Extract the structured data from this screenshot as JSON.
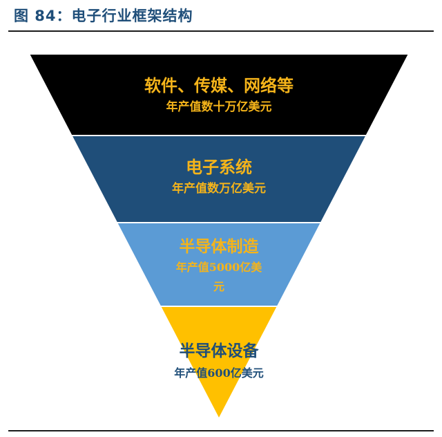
{
  "caption": "图 84：电子行业框架结构",
  "levels": [
    {
      "title": "软件、传媒、网络等",
      "lines": [
        "年产值数十万亿美元"
      ],
      "fill": "#000000",
      "title_color": "#f5b41a",
      "text_color": "#f5b41a"
    },
    {
      "title": "电子系统",
      "lines": [
        "年产值数万亿美元"
      ],
      "fill": "#1f4e79",
      "title_color": "#f5b41a",
      "text_color": "#f5b41a"
    },
    {
      "title": "半导体制造",
      "lines": [
        "年产值5000亿美",
        "元"
      ],
      "fill": "#5b9bd5",
      "title_color": "#f5b41a",
      "text_color": "#f5b41a"
    },
    {
      "title": "半导体设备",
      "lines": [
        "年产值600亿美元"
      ],
      "fill": "#ffc000",
      "title_color": "#1f4e79",
      "text_color": "#1f4e79"
    }
  ]
}
